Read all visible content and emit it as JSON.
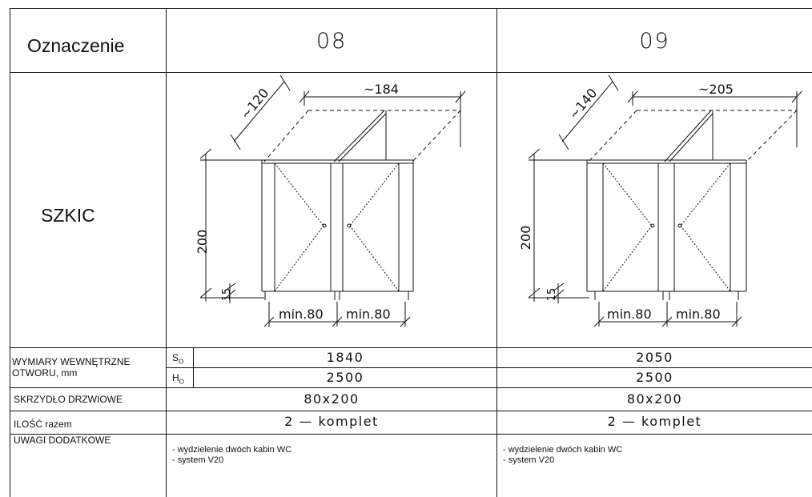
{
  "table": {
    "row_oznaczenie_label": "Oznaczenie",
    "row_szkic_label": "SZKIC",
    "row_wymiary_label_line1": "WYMIARY WEWNĘTRZNE",
    "row_wymiary_label_line2": "OTWORU, mm",
    "so_label": "S",
    "so_sub": "O",
    "ho_label": "H",
    "ho_sub": "O",
    "row_skrzydlo_label": "SKRZYDŁO DRZWIOWE",
    "row_ilosc_label": "ILOŚĆ razem",
    "row_uwagi_label": "UWAGI DODATKOWE"
  },
  "columns": [
    {
      "code": "08",
      "sketch": {
        "depth": "~120",
        "width": "~184",
        "height": "200",
        "bottom": "15",
        "leaf_left": "min.80",
        "leaf_right": "min.80"
      },
      "so": "1840",
      "ho": "2500",
      "skrzydlo": "80x200",
      "ilosc": "2 — komplet",
      "uwagi_1": "- wydzielenie dwóch kabin WC",
      "uwagi_2": "- system V20"
    },
    {
      "code": "09",
      "sketch": {
        "depth": "~140",
        "width": "~205",
        "height": "200",
        "bottom": "15",
        "leaf_left": "min.80",
        "leaf_right": "min.80"
      },
      "so": "2050",
      "ho": "2500",
      "skrzydlo": "80x200",
      "ilosc": "2 — komplet",
      "uwagi_1": "- wydzielenie dwóch kabin WC",
      "uwagi_2": "- system V20"
    }
  ]
}
